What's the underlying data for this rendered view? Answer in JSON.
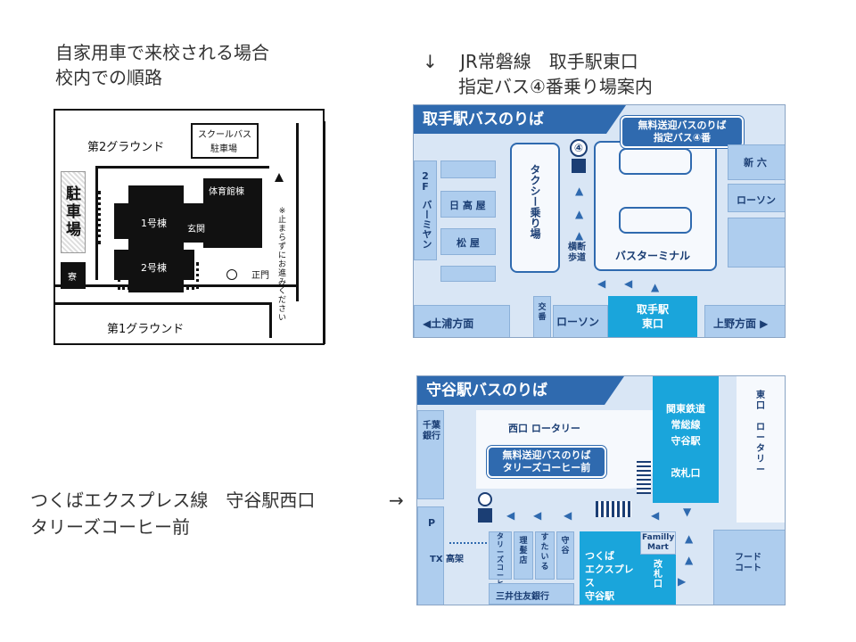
{
  "captions": {
    "car_line1": "自家用車で来校される場合",
    "car_line2": "校内での順路",
    "jr_arrow": "↓",
    "jr_line1": "JR常磐線　取手駅東口",
    "jr_line2": "指定バス④番乗り場案内",
    "tx_line1": "つくばエクスプレス線　守谷駅西口",
    "tx_line2": "タリーズコーヒー前",
    "tx_arrow": "→"
  },
  "campus_map": {
    "ground2": "第2グラウンド",
    "school_bus": "スクールバス",
    "bus_parking": "駐車場",
    "gym": "体育館棟",
    "parking": "駐\n車\n場",
    "bldg1": "1号棟",
    "entrance": "玄関",
    "bldg2": "2号棟",
    "main_gate": "正門",
    "dorm": "寮",
    "ground1": "第1グラウンド",
    "no_stop": "※\n止\nま\nら\nず\nに\nお\n進\nみ\nく\nだ\nさ\nい"
  },
  "toride_map": {
    "title": "取手駅バスのりば",
    "bubble_line1": "無料送迎バスのりば",
    "bubble_line2": "指定バス④番",
    "stop_number": "④",
    "taxi": "タクシー乗り場",
    "crosswalk": "横断\n歩道",
    "bus_terminal": "バスターミナル",
    "shinroku": "新 六",
    "lawson_right": "ローソン",
    "lawson_bottom": "ローソン",
    "floor": "2\nF",
    "bamiyan": "バーミヤン",
    "hidakaya": "日 高 屋",
    "matsuya": "松 屋",
    "koban": "交\n番",
    "station_line1": "取手駅",
    "station_line2": "東口",
    "left_dir": "◀土浦方面",
    "right_dir": "上野方面 ▶"
  },
  "moriya_map": {
    "title": "守谷駅バスのりば",
    "rotary_west": "西口 ロータリー",
    "chiba_bank": "千葉\n銀行",
    "bubble_line1": "無料送迎バスのりば",
    "bubble_line2": "タリーズコーヒー前",
    "kanto_line1": "関東鉄道",
    "kanto_line2": "常総線",
    "kanto_line3": "守谷駅",
    "gate": "改札口",
    "rotary_east": "東\n口\n\nロ\nー\nタ\nリ\nー",
    "p": "P",
    "tx_elevated": "TX 高架",
    "tullys": "タ\nリ\nー\nズ\nコ\nー\nヒ\nー",
    "barber": "理\n髪\n店",
    "sutaiiru": "す\nた\nい\nる",
    "moriya_small": "守\n谷",
    "familymart_line1": "Familly",
    "familymart_line2": "Mart",
    "tx_line1": "つくば",
    "tx_line2": "エクスプレス",
    "tx_line3": "守谷駅",
    "tx_gate": "改\n札\n口",
    "mitsui": "三井住友銀行",
    "food_court": "フード\nコート"
  }
}
